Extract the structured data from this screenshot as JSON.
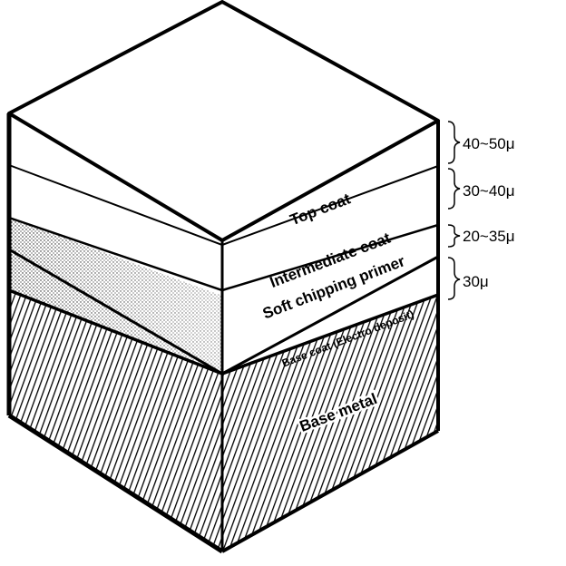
{
  "layers": [
    {
      "name": "Top coat",
      "thickness": "40~50μ"
    },
    {
      "name": "Intermediate coat",
      "thickness": "30~40μ"
    },
    {
      "name": "Soft chipping primer",
      "thickness": "20~35μ"
    },
    {
      "name": "Base coat (Electro deposit)",
      "thickness": "30μ"
    },
    {
      "name": "Base metal",
      "thickness": ""
    }
  ],
  "colors": {
    "ink": "#000000",
    "paper": "#ffffff"
  }
}
